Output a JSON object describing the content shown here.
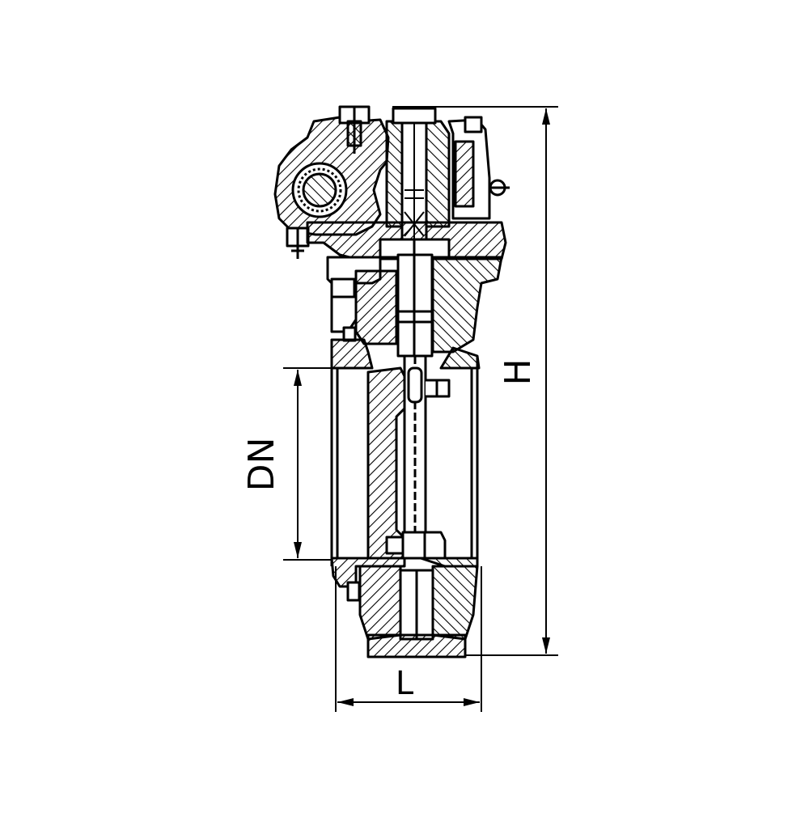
{
  "dimensions": {
    "height_label": "H",
    "nominal_diameter_label": "DN",
    "length_label": "L"
  },
  "colors": {
    "ink": "#000000",
    "paper": "#ffffff"
  }
}
